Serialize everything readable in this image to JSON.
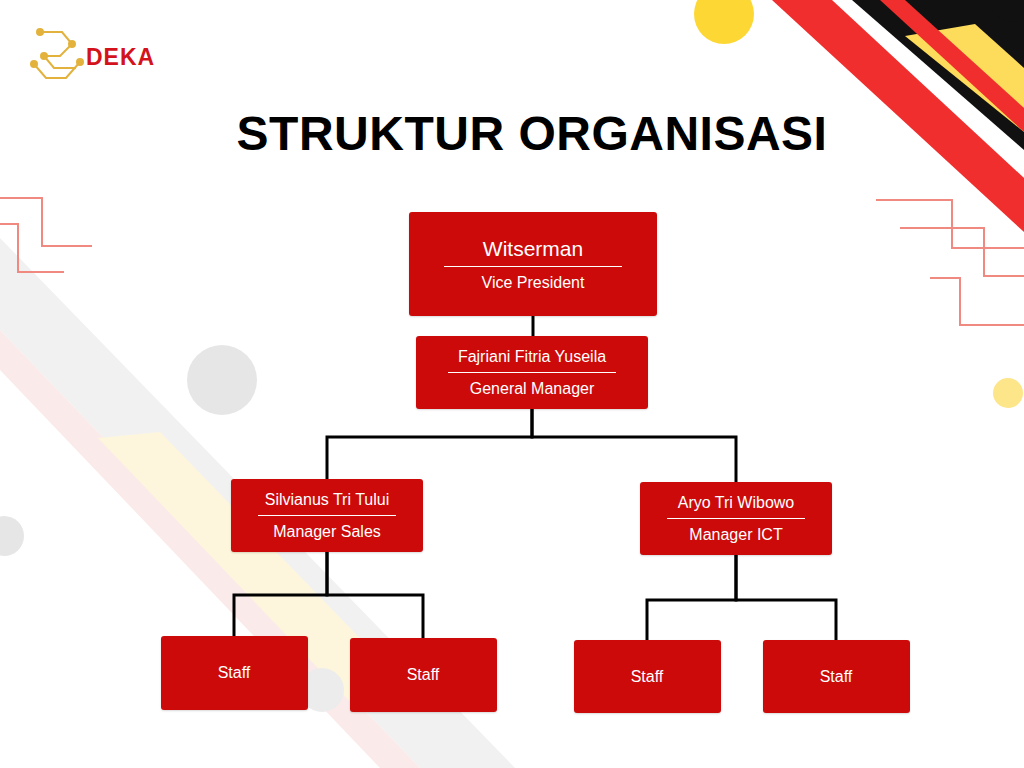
{
  "diagram": {
    "title": "STRUKTUR ORGANISASI",
    "nodes": [
      {
        "text": [
          "Witserman",
          "Vice President"
        ]
      },
      {
        "text": [
          "Fajriani Fitria Yuseila",
          "General Manager"
        ]
      },
      {
        "text": [
          "Silvianus Tri Tului",
          "Manager Sales"
        ]
      },
      {
        "text": [
          "Aryo Tri Wibowo",
          "Manager ICT"
        ]
      },
      {
        "text": [
          "Staff"
        ]
      },
      {
        "text": [
          "Staff"
        ]
      },
      {
        "text": [
          "Staff"
        ]
      },
      {
        "text": [
          "Staff"
        ]
      }
    ],
    "edges": [
      {
        "from": 0,
        "to": 1,
        "arrow": "none"
      },
      {
        "from": 1,
        "to": 2,
        "arrow": "none"
      },
      {
        "from": 1,
        "to": 3,
        "arrow": "none"
      },
      {
        "from": 2,
        "to": 4,
        "arrow": "none"
      },
      {
        "from": 2,
        "to": 5,
        "arrow": "none"
      },
      {
        "from": 3,
        "to": 6,
        "arrow": "none"
      },
      {
        "from": 3,
        "to": 7,
        "arrow": "none"
      }
    ],
    "labels": [
      "DEKA"
    ]
  }
}
